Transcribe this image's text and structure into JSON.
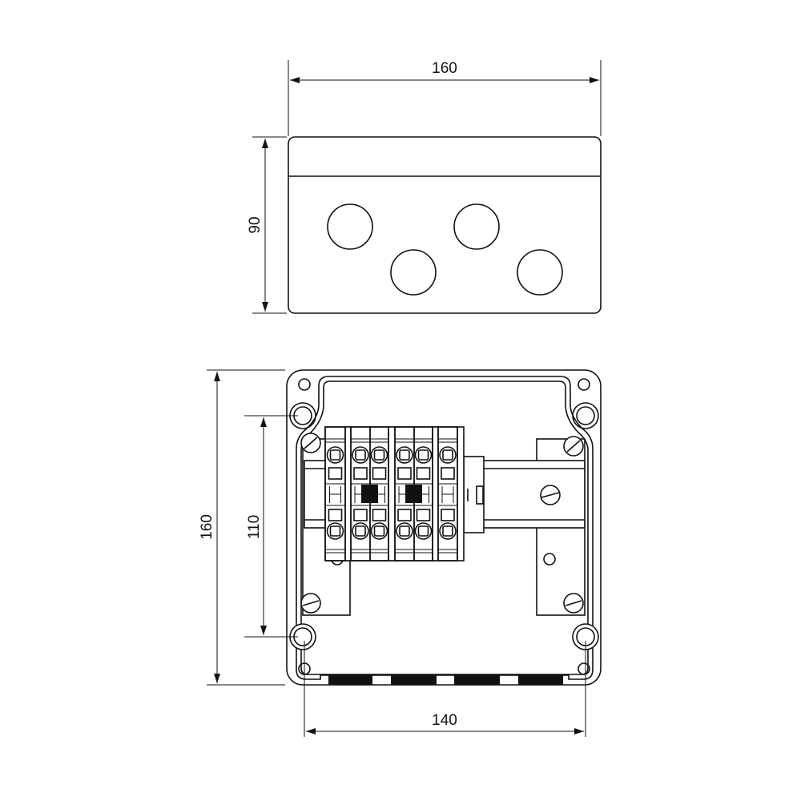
{
  "dimensions": {
    "top_width": "160",
    "top_height": "90",
    "bottom_height": "160",
    "mount_height": "110",
    "mount_width": "140"
  },
  "colors": {
    "line": "#111111",
    "background": "#ffffff"
  }
}
